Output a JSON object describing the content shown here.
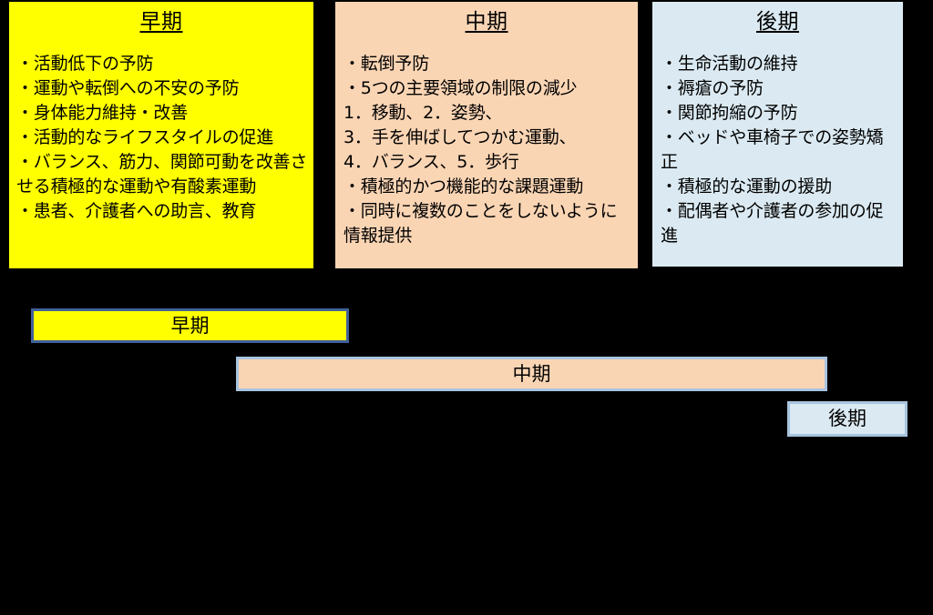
{
  "background_color": "#000000",
  "panels": [
    {
      "id": "early",
      "title": "早期",
      "fill_color": "#FFFF00",
      "lines": [
        "・活動低下の予防",
        "・運動や転倒への不安の予防",
        "・身体能力維持・改善",
        "・活動的なライフスタイルの促進",
        "・バランス、筋力、関節可動を改善させる積極的な運動や有酸素運動",
        "・患者、介護者への助言、教育"
      ]
    },
    {
      "id": "middle",
      "title": "中期",
      "fill_color": "#FAD5B4",
      "lines": [
        "・転倒予防",
        "・5つの主要領域の制限の減少",
        "1．移動、2．姿勢、",
        "3．手を伸ばしてつかむ運動、",
        "4．バランス、5．歩行",
        "・積極的かつ機能的な課題運動",
        "・同時に複数のことをしないように情報提供"
      ]
    },
    {
      "id": "late",
      "title": "後期",
      "fill_color": "#DBEAF2",
      "lines": [
        "・生命活動の維持",
        "・褥瘡の予防",
        "・関節拘縮の予防",
        "・ベッドや車椅子での姿勢矯正",
        "・積極的な運動の援助",
        "・配偶者や介護者の参加の促進"
      ]
    }
  ],
  "timeline": {
    "bars": [
      {
        "id": "early",
        "label": "早期",
        "fill_color": "#FFFF00",
        "border_color": "#42619B"
      },
      {
        "id": "middle",
        "label": "中期",
        "fill_color": "#FAD5B4",
        "border_color": "#A8C4E0"
      },
      {
        "id": "late",
        "label": "後期",
        "fill_color": "#DBEAF2",
        "border_color": "#A8C4E0"
      }
    ]
  }
}
